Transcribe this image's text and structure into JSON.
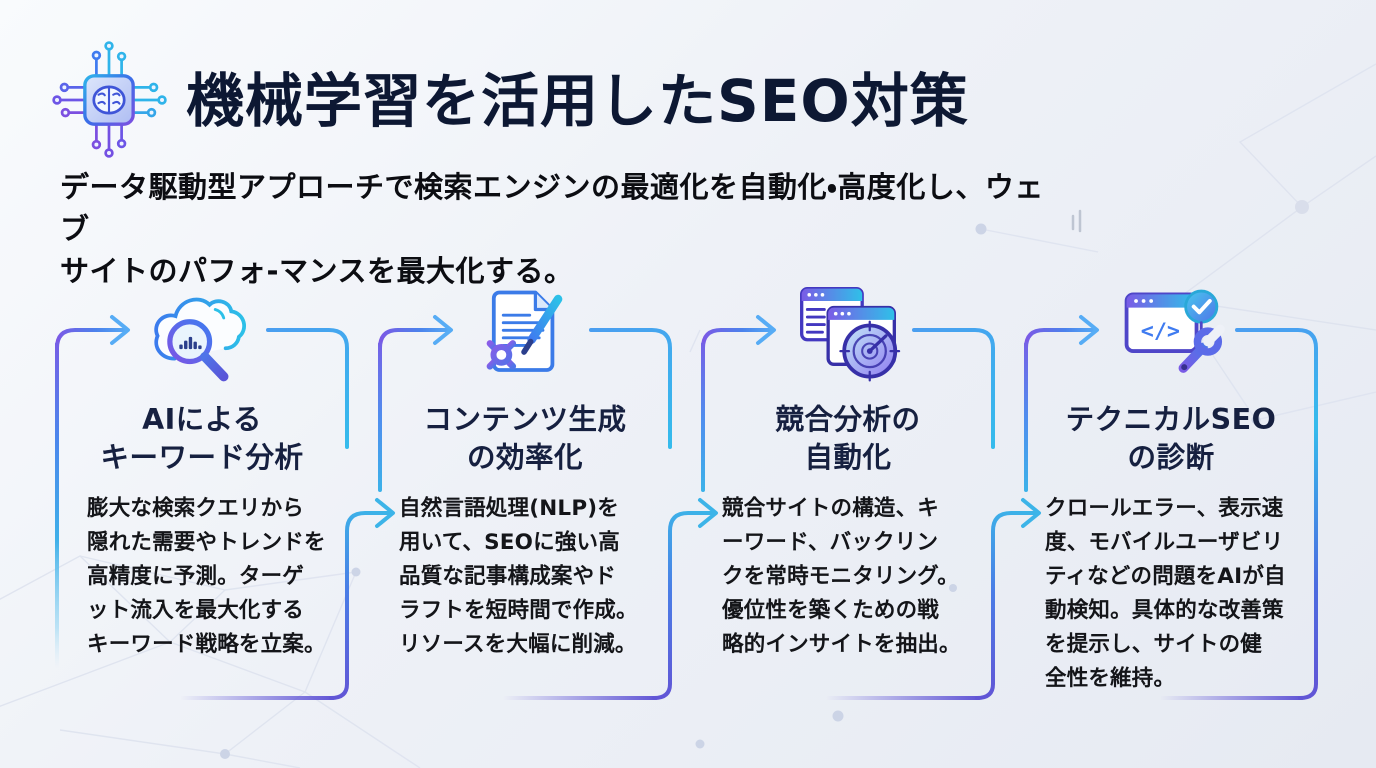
{
  "header": {
    "icon": "ai-chip-brain-icon",
    "title": "機械学習を活用したSEO対策",
    "subtitle": "データ駆動型アプローチで検索エンジンの最適化を自動化・高度化し、ウェブサイトのパフォ-マンスを最大化する。",
    "subtitle_lines": [
      "データ駆動型アプローチで検索エンジンの最適化を自動化・高度化し、ウェブ",
      "サイトのパフォ-マンスを最大化する。"
    ]
  },
  "steps": [
    {
      "icon": "cloud-search-analytics-icon",
      "title": "AIによるキーワード分析",
      "title_lines": [
        "AIによる",
        "キーワード分析"
      ],
      "description": "膨大な検索クエリから隠れた需要やトレンドを高精度に予測。ターゲット流入を最大化するキーワード戦略を立案。",
      "description_lines": [
        "膨大な検索クエリから",
        "隠れた需要やトレンドを",
        "高精度に予測。ターゲ",
        "ット流入を最大化する",
        "キーワード戦略を立案。"
      ]
    },
    {
      "icon": "document-pen-gear-icon",
      "title": "コンテンツ生成の効率化",
      "title_lines": [
        "コンテンツ生成",
        "の効率化"
      ],
      "description": "自然言語処理(NLP)を用いて、SEOに強い高品質な記事構成案やドラフトを短時間で作成。リソースを大幅に削減。",
      "description_lines": [
        "自然言語処理(NLP)を",
        "用いて、SEOに強い高",
        "品質な記事構成案やド",
        "ラフトを短時間で作成。",
        "リソースを大幅に削減。"
      ]
    },
    {
      "icon": "browser-radar-icon",
      "title": "競合分析の自動化",
      "title_lines": [
        "競合分析の",
        "自動化"
      ],
      "description": "競合サイトの構造、キーワード、バックリンクを常時モニタリング。優位性を築くための戦略的インサイトを抽出。",
      "description_lines": [
        "競合サイトの構造、キ",
        "ーワード、バックリン",
        "クを常時モニタリング。",
        "優位性を築くための戦",
        "略的インサイトを抽出。"
      ]
    },
    {
      "icon": "code-window-wrench-check-icon",
      "title": "テクニカルSEOの診断",
      "title_lines": [
        "テクニカルSEO",
        "の診断"
      ],
      "description": "クロールエラー、表示速度、モバイルユーザビリティなどの問題をAIが自動検知。具体的な改善策を提示し、サイトの健全性を維持。",
      "description_lines": [
        "クロールエラー、表示速",
        "度、モバイルユーザビリ",
        "ティなどの問題をAIが自",
        "動検知。具体的な改善策",
        "を提示し、サイトの健",
        "全性を維持。"
      ]
    }
  ],
  "colors": {
    "accent_purple": "#7b59e5",
    "accent_blue": "#3f7bf0",
    "accent_cyan": "#35b9ea",
    "accent_indigo": "#6156d6",
    "title_text": "#0d1833",
    "body_text": "#141519",
    "background": "#eef1f6"
  }
}
